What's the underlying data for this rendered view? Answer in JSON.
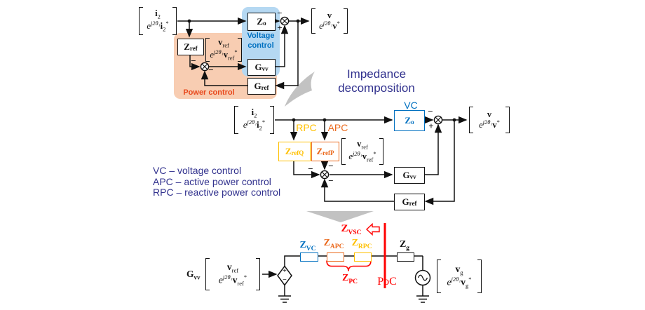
{
  "title": {
    "line1": "Impedance",
    "line2": "decomposition"
  },
  "legend": {
    "line1": "VC – voltage control",
    "line2": "APC – active power control",
    "line3": "RPC – reactive power control"
  },
  "regions": {
    "voltage_control": "Voltage control",
    "power_control": "Power control"
  },
  "tags": {
    "vc": "VC",
    "apc": "APC",
    "rpc": "RPC",
    "poc": "PoC"
  },
  "signs": {
    "plus": "+",
    "minus": "−"
  },
  "vectors": {
    "i2": {
      "t_var": "i",
      "t_sub": "2",
      "b_base": "e",
      "b_exp": "j2θ₁",
      "b_var": "i",
      "b_sub": "2",
      "b_star": "*"
    },
    "v": {
      "t_var": "v",
      "b_base": "e",
      "b_exp": "j2θ₁",
      "b_var": "v",
      "b_star": "*"
    },
    "vref": {
      "t_var": "v",
      "t_sub": "ref",
      "b_base": "e",
      "b_exp": "j2θ₁",
      "b_var": "v",
      "b_sub": "ref",
      "b_star": "*"
    },
    "vg": {
      "t_var": "v",
      "t_sub": "g",
      "b_base": "e",
      "b_exp": "j2θ₁",
      "b_var": "v",
      "b_sub": "g",
      "b_star": "*"
    }
  },
  "blocks": {
    "zo": {
      "label": "Z",
      "sub": "o"
    },
    "zref": {
      "label": "Z",
      "sub": "ref"
    },
    "zrefQ": {
      "label": "Z",
      "sub": "refQ"
    },
    "zrefP": {
      "label": "Z",
      "sub": "refP"
    },
    "gvv": {
      "label": "G",
      "sub": "vv"
    },
    "gref": {
      "label": "G",
      "sub": "ref"
    },
    "zvc": {
      "label": "Z",
      "sub": "VC"
    },
    "zapc": {
      "label": "Z",
      "sub": "APC"
    },
    "zrpc": {
      "label": "Z",
      "sub": "RPC"
    },
    "zg": {
      "label": "Z",
      "sub": "g"
    },
    "zvsc": {
      "label": "Z",
      "sub": "VSC"
    },
    "zpc": {
      "label": "Z",
      "sub": "PC"
    }
  },
  "colors": {
    "blue": "#0070C0",
    "orange": "#EB6A1E",
    "yellow": "#FFC000",
    "red": "#FF0000",
    "navy": "#32328E",
    "light_blue": "#B5D8F2",
    "light_orange": "#F8CDB2",
    "gray_arrow": "#C2C2C2",
    "power_label": "#E8491D"
  }
}
